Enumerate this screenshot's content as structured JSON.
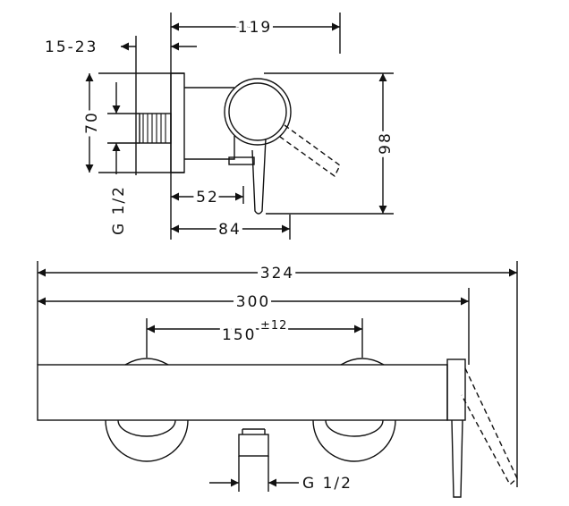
{
  "colors": {
    "line": "#111111",
    "background": "#ffffff"
  },
  "labels": {
    "d119": "119",
    "d15_23": "15-23",
    "d70": "70",
    "d98": "98",
    "d52": "52",
    "d84": "84",
    "thread_side": "G 1/2",
    "d324": "324",
    "d300": "300",
    "d150": "150",
    "d150_tol": "±12",
    "thread_front": "G 1/2"
  }
}
